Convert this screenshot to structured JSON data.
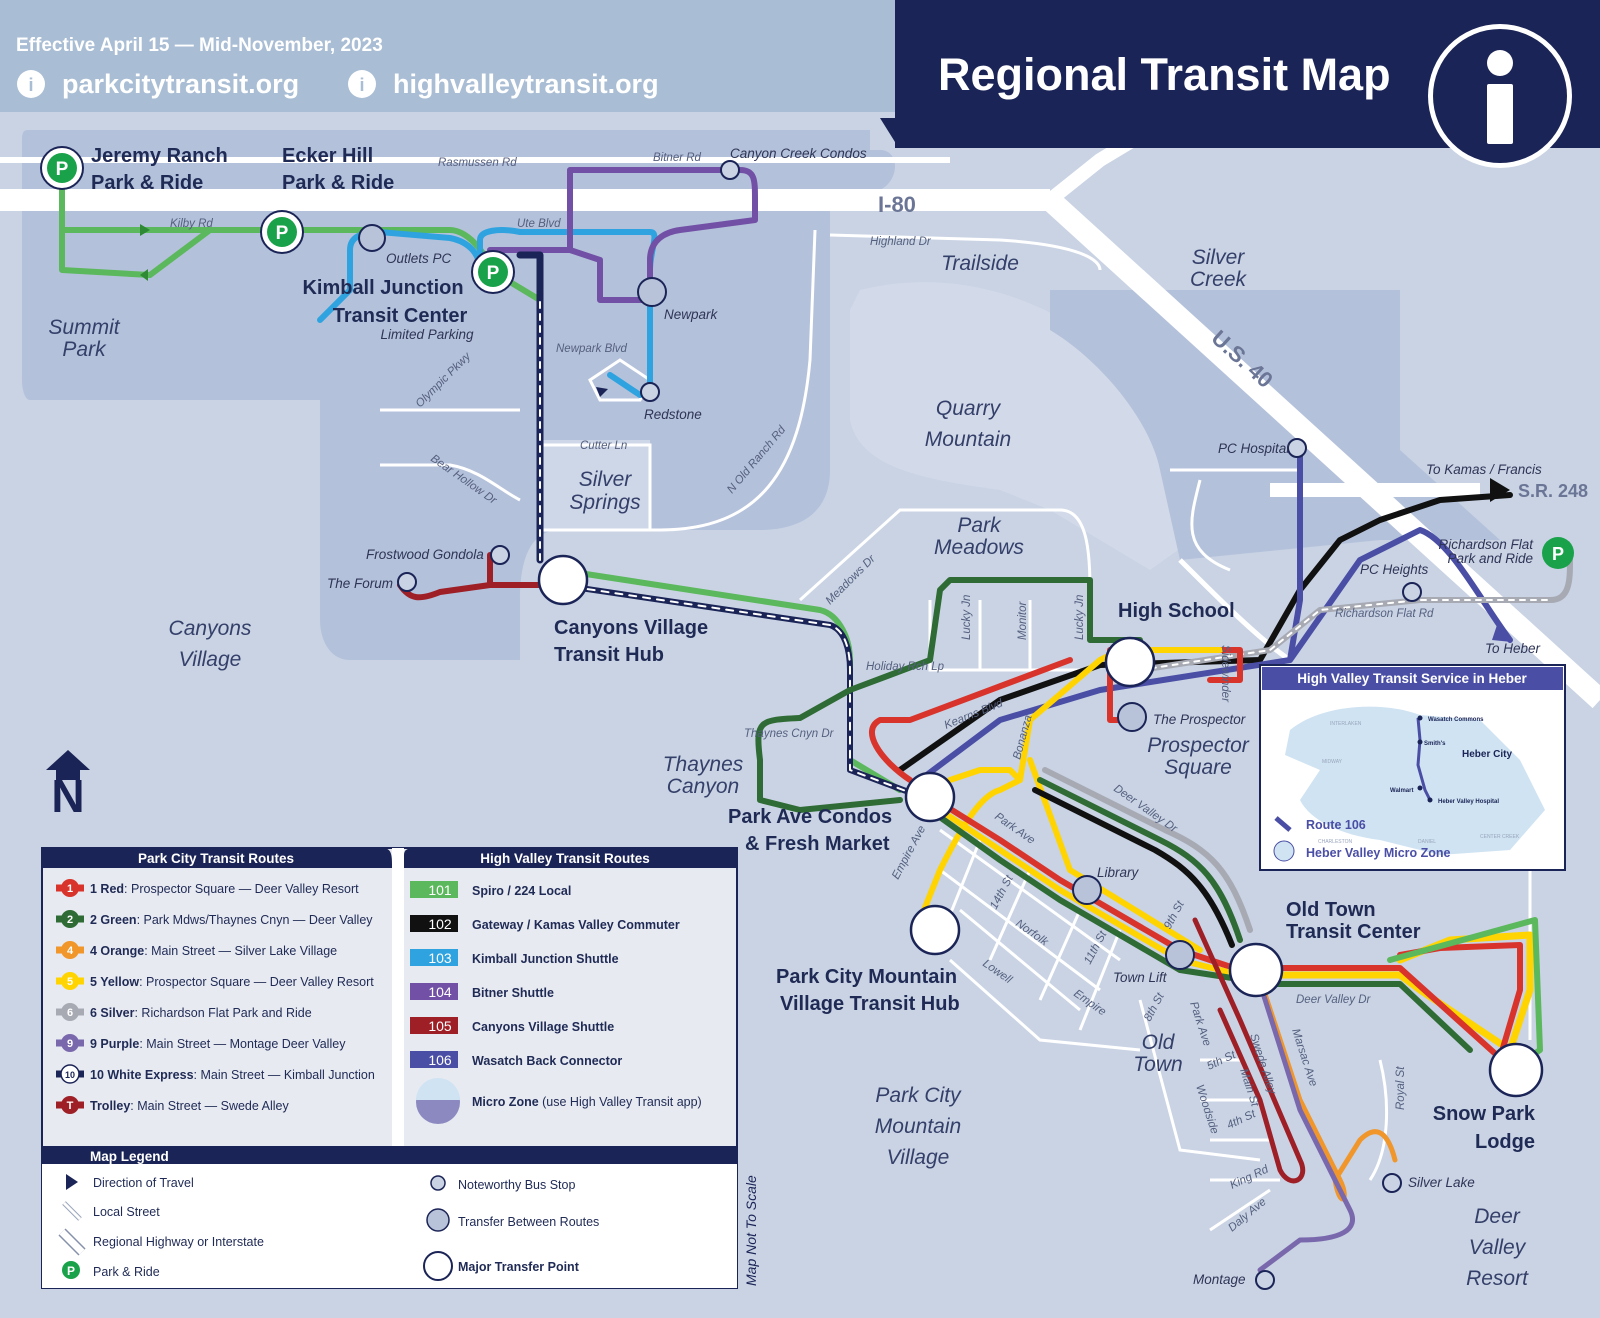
{
  "header": {
    "effective": "Effective  April 15 — Mid-November, 2023",
    "site1": "parkcitytransit.org",
    "site2": "highvalleytransit.org",
    "title": "Regional Transit Map"
  },
  "colors": {
    "navy": "#1b2456",
    "red": "#d9342b",
    "dark_green": "#2f6b34",
    "orange": "#f0962b",
    "yellow": "#ffd400",
    "silver": "#a7aab3",
    "purple": "#7a68ad",
    "green_101": "#5cb85c",
    "black_102": "#111111",
    "blue_103": "#2ea3df",
    "violet_104": "#7150a6",
    "maroon_105": "#9e1f26",
    "indigo_106": "#4a4ea5",
    "parkride": "#1aa24a"
  },
  "areas": {
    "summit_park": [
      "Summit",
      "Park"
    ],
    "canyons_village": [
      "Canyons",
      "Village"
    ],
    "silver_springs": [
      "Silver",
      "Springs"
    ],
    "quarry_mountain": [
      "Quarry",
      "Mountain"
    ],
    "trailside": "Trailside",
    "silver_creek": [
      "Silver",
      "Creek"
    ],
    "park_meadows": [
      "Park",
      "Meadows"
    ],
    "thaynes_canyon": [
      "Thaynes",
      "Canyon"
    ],
    "prospector_square": [
      "Prospector",
      "Square"
    ],
    "old_town": [
      "Old",
      "Town"
    ],
    "pcmv": [
      "Park City",
      "Mountain",
      "Village"
    ],
    "deer_valley": [
      "Deer",
      "Valley",
      "Resort"
    ]
  },
  "highways": {
    "i80": "I-80",
    "us40": "U.S. 40",
    "sr248": "S.R. 248",
    "to_kamas": "To Kamas / Francis",
    "to_heber": "To Heber"
  },
  "hubs": {
    "jeremy": [
      "Jeremy Ranch",
      "Park & Ride"
    ],
    "ecker": [
      "Ecker Hill",
      "Park & Ride"
    ],
    "kimball": [
      "Kimball Junction",
      "Transit Center"
    ],
    "kimball_note": "Limited Parking",
    "canyons": [
      "Canyons Village",
      "Transit Hub"
    ],
    "high_school": "High School",
    "park_ave": [
      "Park Ave Condos",
      "& Fresh Market"
    ],
    "old_town_tc": [
      "Old Town",
      "Transit Center"
    ],
    "pcmv_hub": [
      "Park City Mountain",
      "Village Transit Hub"
    ],
    "snow_park": [
      "Snow Park",
      "Lodge"
    ],
    "richardson": [
      "Richardson Flat",
      "Park and Ride"
    ]
  },
  "stops": {
    "outlets": "Outlets PC",
    "canyon_creek": "Canyon Creek Condos",
    "newpark": "Newpark",
    "redstone": "Redstone",
    "frostwood": "Frostwood Gondola",
    "forum": "The Forum",
    "pc_hospital": "PC Hospital",
    "pc_heights": "PC Heights",
    "prospector": "The Prospector",
    "library": "Library",
    "town_lift": "Town Lift",
    "silver_lake": "Silver Lake",
    "montage": "Montage"
  },
  "streets": {
    "rasmussen": "Rasmussen Rd",
    "bitner": "Bitner Rd",
    "kilby": "Kilby Rd",
    "ute": "Ute Blvd",
    "highland": "Highland Dr",
    "newpark_blvd": "Newpark Blvd",
    "olympic": "Olympic Pkwy",
    "cutter": "Cutter Ln",
    "bear_hollow": "Bear Hollow Dr",
    "old_ranch": "N Old Ranch Rd",
    "meadows": "Meadows Dr",
    "lucky1": "Lucky Jn",
    "monitor": "Monitor",
    "lucky2": "Lucky Jn",
    "holiday": "Holiday Rch Lp",
    "kearns": "Kearns Blvd",
    "thaynes": "Thaynes Cnyn Dr",
    "richardson_rd": "Richardson Flat Rd",
    "deer_valley_dr": "Deer Valley Dr",
    "deer_valley_dr2": "Deer Valley Dr",
    "park_ave": "Park Ave",
    "empire_ave": "Empire Ave",
    "fourteenth": "14th St",
    "norfolk": "Norfolk",
    "eleventh": "11th St",
    "ninth": "9th St",
    "eighth": "8th St",
    "lowell": "Lowell",
    "empire": "Empire",
    "park_ave2": "Park Ave",
    "woodside": "Woodside",
    "fifth": "5th St",
    "main": "Main St",
    "swede": "Swede Alley",
    "fourth": "4th St",
    "king": "King Rd",
    "daly": "Daly Ave",
    "marsac": "Marsac Ave",
    "royal": "Royal St",
    "bonanza": "Bonanza",
    "sidewinder": "Sidewinder"
  },
  "pc_routes": {
    "title": "Park City Transit Routes",
    "items": [
      {
        "badge": "1",
        "color": "#d9342b",
        "name": "1 Red",
        "desc": ": Prospector Square  —  Deer Valley Resort"
      },
      {
        "badge": "2",
        "color": "#2f6b34",
        "name": "2 Green",
        "desc": ": Park Mdws/Thaynes Cnyn — Deer Valley"
      },
      {
        "badge": "4",
        "color": "#f0962b",
        "name": "4 Orange",
        "desc": ": Main Street — Silver Lake Village"
      },
      {
        "badge": "5",
        "color": "#ffd400",
        "name": "5 Yellow",
        "desc": ": Prospector Square — Deer Valley Resort"
      },
      {
        "badge": "6",
        "color": "#a7aab3",
        "name": "6 Silver",
        "desc": ": Richardson Flat Park and Ride"
      },
      {
        "badge": "9",
        "color": "#7a68ad",
        "name": "9 Purple",
        "desc": ": Main Street — Montage Deer Valley"
      },
      {
        "badge": "10",
        "color": "#ffffff",
        "name": "10 White Express",
        "desc": ": Main Street — Kimball Junction"
      },
      {
        "badge": "T",
        "color": "#9e1f26",
        "name": "Trolley",
        "desc": ": Main Street — Swede Alley"
      }
    ]
  },
  "hv_routes": {
    "title": "High Valley Transit Routes",
    "items": [
      {
        "num": "101",
        "color": "#5cb85c",
        "text": "Spiro / 224 Local"
      },
      {
        "num": "102",
        "color": "#111111",
        "text": "Gateway / Kamas Valley  Commuter"
      },
      {
        "num": "103",
        "color": "#2ea3df",
        "text": "Kimball Junction Shuttle"
      },
      {
        "num": "104",
        "color": "#7150a6",
        "text": "Bitner Shuttle"
      },
      {
        "num": "105",
        "color": "#9e1f26",
        "text": "Canyons Village Shuttle"
      },
      {
        "num": "106",
        "color": "#4a4ea5",
        "text": "Wasatch Back Connector"
      }
    ],
    "micro_bold": "Micro Zone",
    "micro_rest": " (use High Valley Transit app)"
  },
  "legend": {
    "title": "Map Legend",
    "direction": "Direction of Travel",
    "local": "Local Street",
    "regional": "Regional Highway or Interstate",
    "parkride": "Park & Ride",
    "noteworthy": "Noteworthy Bus Stop",
    "transfer": "Transfer Between Routes",
    "major": "Major Transfer Point",
    "not_to_scale": "Map Not To Scale"
  },
  "heber": {
    "title": "High Valley Transit Service in Heber",
    "city": "Heber City",
    "route": "Route 106",
    "zone": "Heber Valley Micro Zone",
    "stops": [
      "Wasatch Commons",
      "Smith's",
      "Walmart",
      "Heber Valley Hospital"
    ],
    "areas": [
      "INTERLAKEN",
      "MIDWAY",
      "CHARLESTON",
      "DANIEL",
      "CENTER CREEK"
    ]
  },
  "parkride_symbol": "P",
  "north_symbol": "N"
}
